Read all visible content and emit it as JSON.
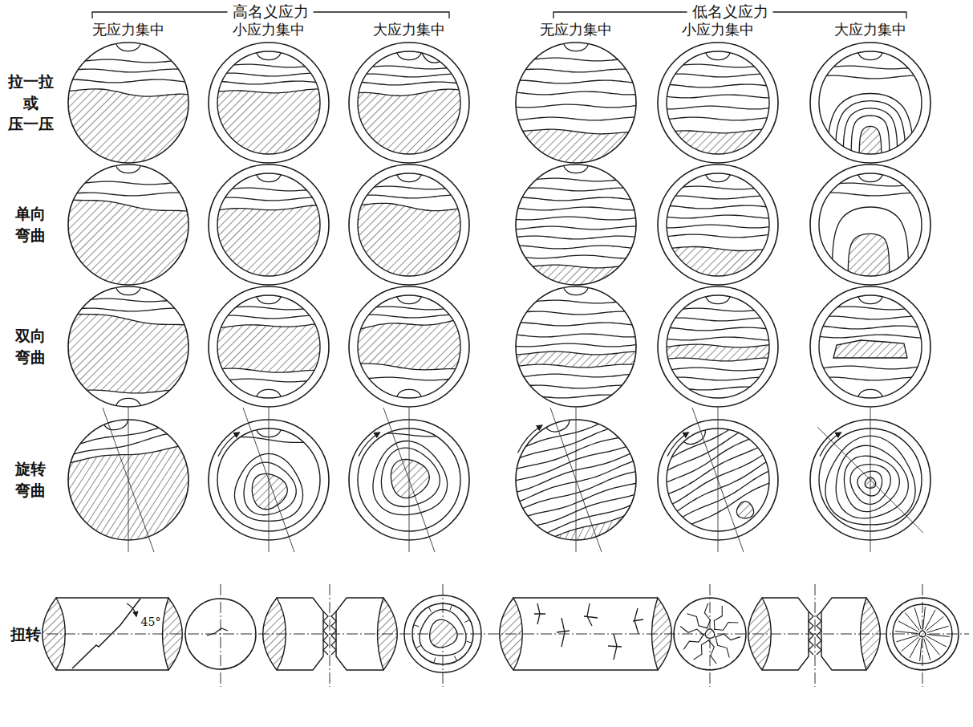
{
  "diagram": {
    "labels": [
      "高名义应力",
      "低名义应力",
      "无应力集中",
      "小应力集中",
      "大应力集中",
      "无应力集中",
      "小应力集中",
      "大应力集中",
      "拉一拉 或 压一压",
      "单向 弯曲",
      "双向 弯曲",
      "旋转 弯曲",
      "扭转",
      "45°"
    ]
  }
}
